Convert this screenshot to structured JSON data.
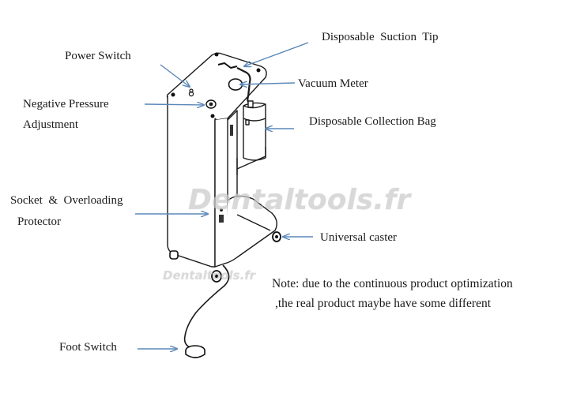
{
  "labels": {
    "power_switch": "Power Switch",
    "negative_pressure_1": "Negative Pressure",
    "negative_pressure_2": "Adjustment",
    "socket_1": "Socket  &  Overloading",
    "socket_2": "Protector",
    "foot_switch": "Foot Switch",
    "suction_tip": "Disposable  Suction  Tip",
    "vacuum_meter": "Vacuum Meter",
    "collection_bag": "Disposable Collection Bag",
    "universal_caster": "Universal caster"
  },
  "note": {
    "line1": "Note: due to the continuous product optimization",
    "line2": ",the real product maybe have some different"
  },
  "watermarks": {
    "main": "Dentaltools.fr",
    "small": "Dentaltools.fr"
  },
  "colors": {
    "arrow": "#5b88b8",
    "line": "#1a1a1a",
    "text": "#1a1a1a"
  }
}
